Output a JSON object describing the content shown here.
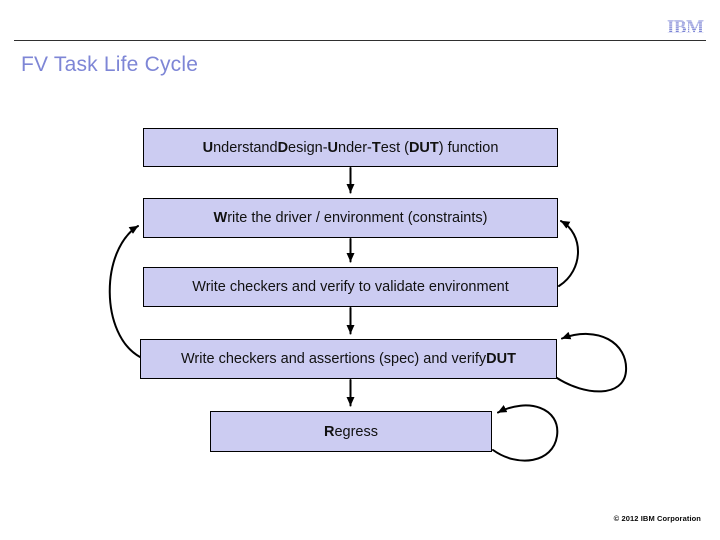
{
  "slide": {
    "title": "FV Task Life Cycle",
    "logo_text": "IBM",
    "copyright": "© 2012 IBM Corporation"
  },
  "colors": {
    "title_text": "#7e86d6",
    "logo": "#7a82d4",
    "box_fill": "#ccccf2",
    "box_border": "#000000",
    "connector": "#000000",
    "header_rule": "#2f2f2f"
  },
  "flowchart": {
    "boxes": [
      {
        "name": "understand-dut",
        "segments": [
          {
            "text": "U",
            "bold": true
          },
          {
            "text": "nderstand ",
            "bold": false
          },
          {
            "text": "D",
            "bold": true
          },
          {
            "text": "esign-",
            "bold": false
          },
          {
            "text": "U",
            "bold": true
          },
          {
            "text": "nder-",
            "bold": false
          },
          {
            "text": "T",
            "bold": true
          },
          {
            "text": "est (",
            "bold": false
          },
          {
            "text": "DUT",
            "bold": true
          },
          {
            "text": ") function",
            "bold": false
          }
        ]
      },
      {
        "name": "write-driver",
        "segments": [
          {
            "text": "W",
            "bold": true
          },
          {
            "text": "rite the driver / environment (constraints)",
            "bold": false
          }
        ]
      },
      {
        "name": "write-checkers-validate",
        "segments": [
          {
            "text": "Write checkers and verify to validate environment",
            "bold": false
          }
        ]
      },
      {
        "name": "write-assertions",
        "segments": [
          {
            "text": "Write checkers and assertions (spec) and verify ",
            "bold": false
          },
          {
            "text": "DUT",
            "bold": true
          }
        ]
      },
      {
        "name": "regress",
        "segments": [
          {
            "text": "R",
            "bold": true
          },
          {
            "text": "egress",
            "bold": false
          }
        ]
      }
    ],
    "connections": [
      {
        "from": "understand-dut",
        "to": "write-driver",
        "style": "straight-arrow-down"
      },
      {
        "from": "write-driver",
        "to": "write-checkers-validate",
        "style": "straight-arrow-down"
      },
      {
        "from": "write-checkers-validate",
        "to": "write-assertions",
        "style": "straight-arrow-down"
      },
      {
        "from": "write-assertions",
        "to": "regress",
        "style": "straight-arrow-down"
      },
      {
        "from": "write-checkers-validate",
        "to": "write-driver",
        "style": "curved-feedback-right-side"
      },
      {
        "from": "write-assertions",
        "to": "write-driver",
        "style": "curved-feedback-left-side"
      },
      {
        "from": "write-assertions",
        "to": "write-assertions",
        "style": "self-loop-right-side"
      },
      {
        "from": "regress",
        "to": "regress",
        "style": "self-loop-right-side"
      }
    ]
  }
}
